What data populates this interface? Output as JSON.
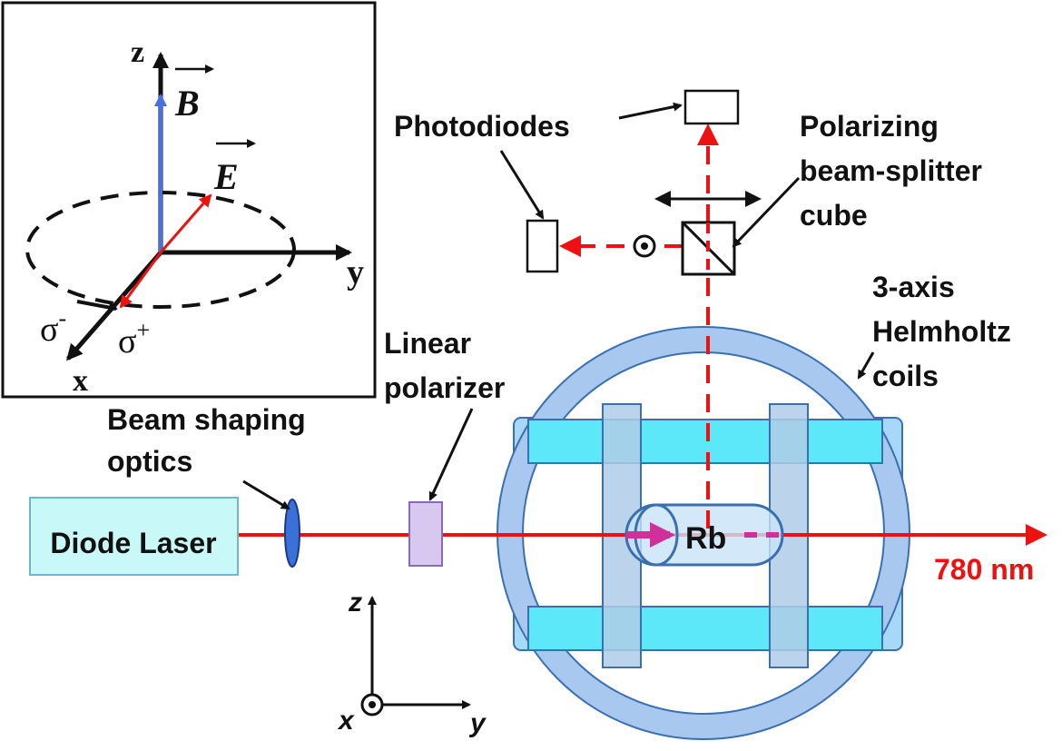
{
  "labels": {
    "photodiodes": "Photodiodes",
    "pbs_line1": "Polarizing",
    "pbs_line2": "beam-splitter",
    "pbs_line3": "cube",
    "coils_line1": "3-axis",
    "coils_line2": "Helmholtz",
    "coils_line3": "coils",
    "polarizer_line1": "Linear",
    "polarizer_line2": "polarizer",
    "shaping_line1": "Beam shaping",
    "shaping_line2": "optics",
    "laser": "Diode Laser",
    "cell": "Rb",
    "wavelength": "780 nm"
  },
  "inset_axes": {
    "z": "z",
    "y": "y",
    "x": "x",
    "b_field": "B",
    "e_field": "E",
    "sigma_minus_base": "σ",
    "sigma_minus_sup": "-",
    "sigma_plus_base": "σ",
    "sigma_plus_sup": "+"
  },
  "lab_axes": {
    "z": "z",
    "y": "y",
    "x": "x"
  },
  "colors": {
    "laser_beam": "#ee1111",
    "coil_fill": "#a8c8f0",
    "coil_stroke": "#3a6fb0",
    "cyan_coil": "#5ce8f8",
    "b_vector": "#4a6fe0",
    "e_vector": "#ee1111",
    "laser_box": "#c8f8f8",
    "polarizer": "#d8c8f0",
    "lens": "#3a70d8"
  }
}
